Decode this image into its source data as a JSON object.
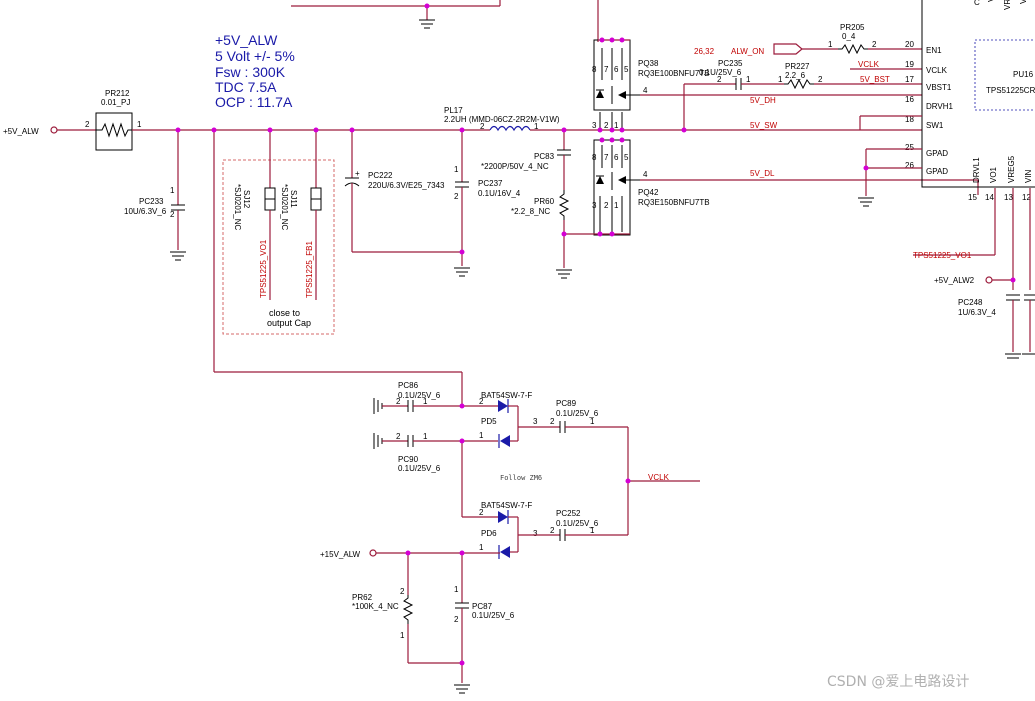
{
  "specs": {
    "line1": "+5V_ALW",
    "line2": "5 Volt +/- 5%",
    "line3": "Fsw : 300K",
    "line4": "TDC  7.5A",
    "line5": "OCP : 11.7A"
  },
  "nets": {
    "v5_alw": "+5V_ALW",
    "v5_alw2": "+5V_ALW2",
    "v15_alw": "+15V_ALW",
    "alw_on": "ALW_ON",
    "alw_on_ref": "26,32",
    "vclk": "VCLK",
    "vclk_bottom": "VCLK",
    "v5_bst": "5V_BST",
    "v5_dh": "5V_DH",
    "v5_sw": "5V_SW",
    "v5_dl": "5V_DL",
    "tps_vo1": "TPS51225_VO1",
    "tps_vo1_sj": "TPS51225_VO1",
    "tps_fb1_sj": "TPS51225_FB1"
  },
  "components": {
    "pr212": {
      "ref": "PR212",
      "value": "0.01_PJ",
      "p1": "1",
      "p2": "2"
    },
    "pc233": {
      "ref": "PC233",
      "value": "10U/6.3V_6",
      "p1": "1",
      "p2": "2"
    },
    "sj12": {
      "ref": "SJ12",
      "value": "*SJ0201_NC"
    },
    "sj11": {
      "ref": "SJ11",
      "value": "*SJ0201_NC"
    },
    "pc222": {
      "ref": "PC222",
      "value": "220U/6.3V/E25_7343"
    },
    "pl17": {
      "ref": "PL17",
      "value": "2.2UH (MMD-06CZ-2R2M-V1W)",
      "p1": "1",
      "p2": "2"
    },
    "pc237": {
      "ref": "PC237",
      "value": "0.1U/16V_4"
    },
    "pc83": {
      "ref": "PC83",
      "value": "*2200P/50V_4_NC"
    },
    "pr60": {
      "ref": "PR60",
      "value": "*2.2_8_NC"
    },
    "pq38": {
      "ref": "PQ38",
      "value": "RQ3E100BNFU7TB"
    },
    "pq42": {
      "ref": "PQ42",
      "value": "RQ3E150BNFU7TB"
    },
    "pc235": {
      "ref": "PC235",
      "value": "0.1U/25V_6"
    },
    "pr227": {
      "ref": "PR227",
      "value": "2.2_6"
    },
    "pr205": {
      "ref": "PR205",
      "value": "0_4"
    },
    "pc248": {
      "ref": "PC248",
      "value": "1U/6.3V_4"
    },
    "pc86": {
      "ref": "PC86",
      "value": "0.1U/25V_6"
    },
    "pc90": {
      "ref": "PC90",
      "value": "0.1U/25V_6"
    },
    "pc89": {
      "ref": "PC89",
      "value": "0.1U/25V_6"
    },
    "pc252": {
      "ref": "PC252",
      "value": "0.1U/25V_6"
    },
    "pc87": {
      "ref": "PC87",
      "value": "0.1U/25V_6"
    },
    "pr62": {
      "ref": "PR62",
      "value": "*100K_4_NC"
    },
    "pd5": {
      "ref": "PD5",
      "value": "BAT54SW-7-F"
    },
    "pd6": {
      "ref": "PD6",
      "value": "BAT54SW-7-F"
    },
    "pu16": {
      "ref": "PU16",
      "value": "TPS51225CR"
    }
  },
  "ic_pins": {
    "en1": "EN1",
    "en1_num": "20",
    "vclk": "VCLK",
    "vclk_num": "19",
    "vbst1": "VBST1",
    "vbst1_num": "17",
    "drvh1": "DRVH1",
    "drvh1_num": "16",
    "sw1": "SW1",
    "sw1_num": "18",
    "gpad_a": "GPAD",
    "gpad_a_num": "25",
    "gpad_b": "GPAD",
    "gpad_b_num": "26",
    "drvl1": "DRVL1",
    "drvl1_num": "15",
    "vo1": "VO1",
    "vo1_num": "14",
    "vreg5": "VREG5",
    "vreg5_num": "13",
    "vin": "VIN",
    "vin_num": "12",
    "top_c": "C",
    "top_vf": "VF",
    "top_vreg": "VREG",
    "top_vi": "VI"
  },
  "notes": {
    "close_to_1": "close to",
    "close_to_2": "output Cap",
    "follow": "Follow ZM6"
  },
  "watermark": "CSDN @爱上电路设计"
}
